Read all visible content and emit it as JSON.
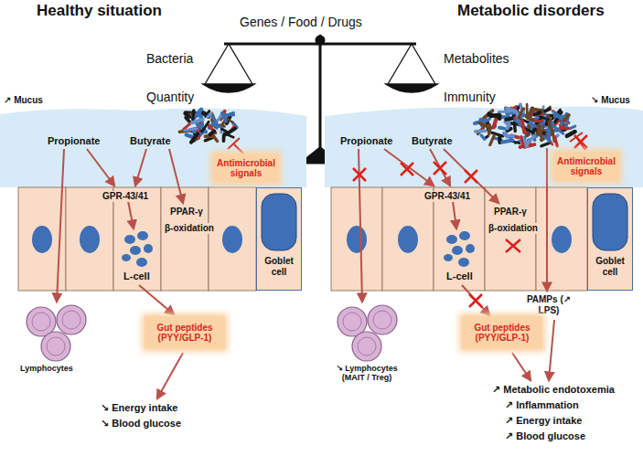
{
  "diagram": {
    "nodes": [
      {
        "text": [
          "Antimicrobial signals"
        ]
      },
      {
        "text": [
          "Goblet cell"
        ]
      },
      {
        "text": [
          "Gut peptides (PYY/GLP-1)"
        ]
      },
      {
        "text": [
          "Antimicrobial signals"
        ]
      },
      {
        "text": [
          "Goblet cell"
        ]
      },
      {
        "text": [
          "Gut peptides (PYY/GLP-1)"
        ]
      }
    ],
    "labels": [
      "Healthy situation",
      "Genes / Food / Drugs",
      "Metabolic disorders",
      "Bacteria",
      "Metabolites",
      "Quantity",
      "Immunity",
      "↗ Mucus",
      "Propionate",
      "Butyrate",
      "GPR-43/41",
      "PPAR-γ",
      "β-oxidation",
      "L-cell",
      "Lymphocytes",
      "↘ Energy intake",
      "↘ Blood glucose",
      "↘ Mucus",
      "Propionate",
      "Butyrate",
      "GPR-43/41",
      "PPAR-γ",
      "β-oxidation",
      "L-cell",
      "PAMPs (↗ LPS)",
      "↘ Lymphocytes (MAIT / Treg)",
      "↗ Metabolic endotoxemia",
      "↗ Inflammation",
      "↗ Energy intake",
      "↗ Blood glucose"
    ]
  }
}
